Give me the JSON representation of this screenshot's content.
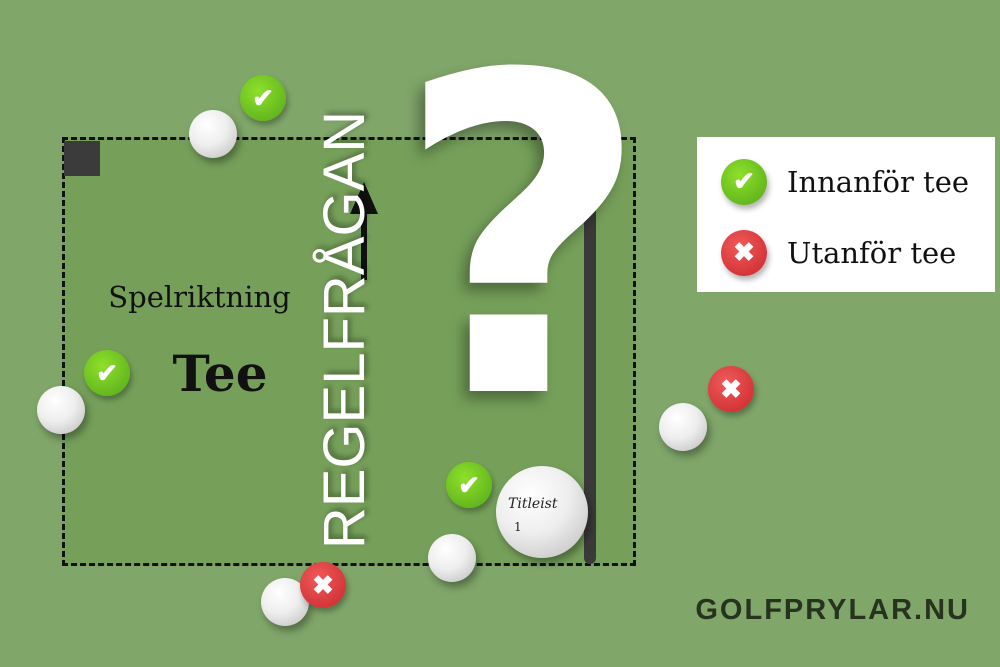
{
  "diagram": {
    "direction_label": "Spelriktning",
    "tee_label": "Tee",
    "title": "REGELFRÅGAN",
    "question_mark": "?",
    "ball_brand": "Titleist",
    "ball_number": "1"
  },
  "legend": {
    "items": [
      {
        "icon": "check-icon",
        "label": "Innanför tee"
      },
      {
        "icon": "cross-icon",
        "label": "Utanför tee"
      }
    ]
  },
  "brand": "GOLFPRYLAR.NU",
  "colors": {
    "background": "#80a66a",
    "tee": "#76a05a",
    "ok": "#6cc21f",
    "no": "#d9363a"
  }
}
